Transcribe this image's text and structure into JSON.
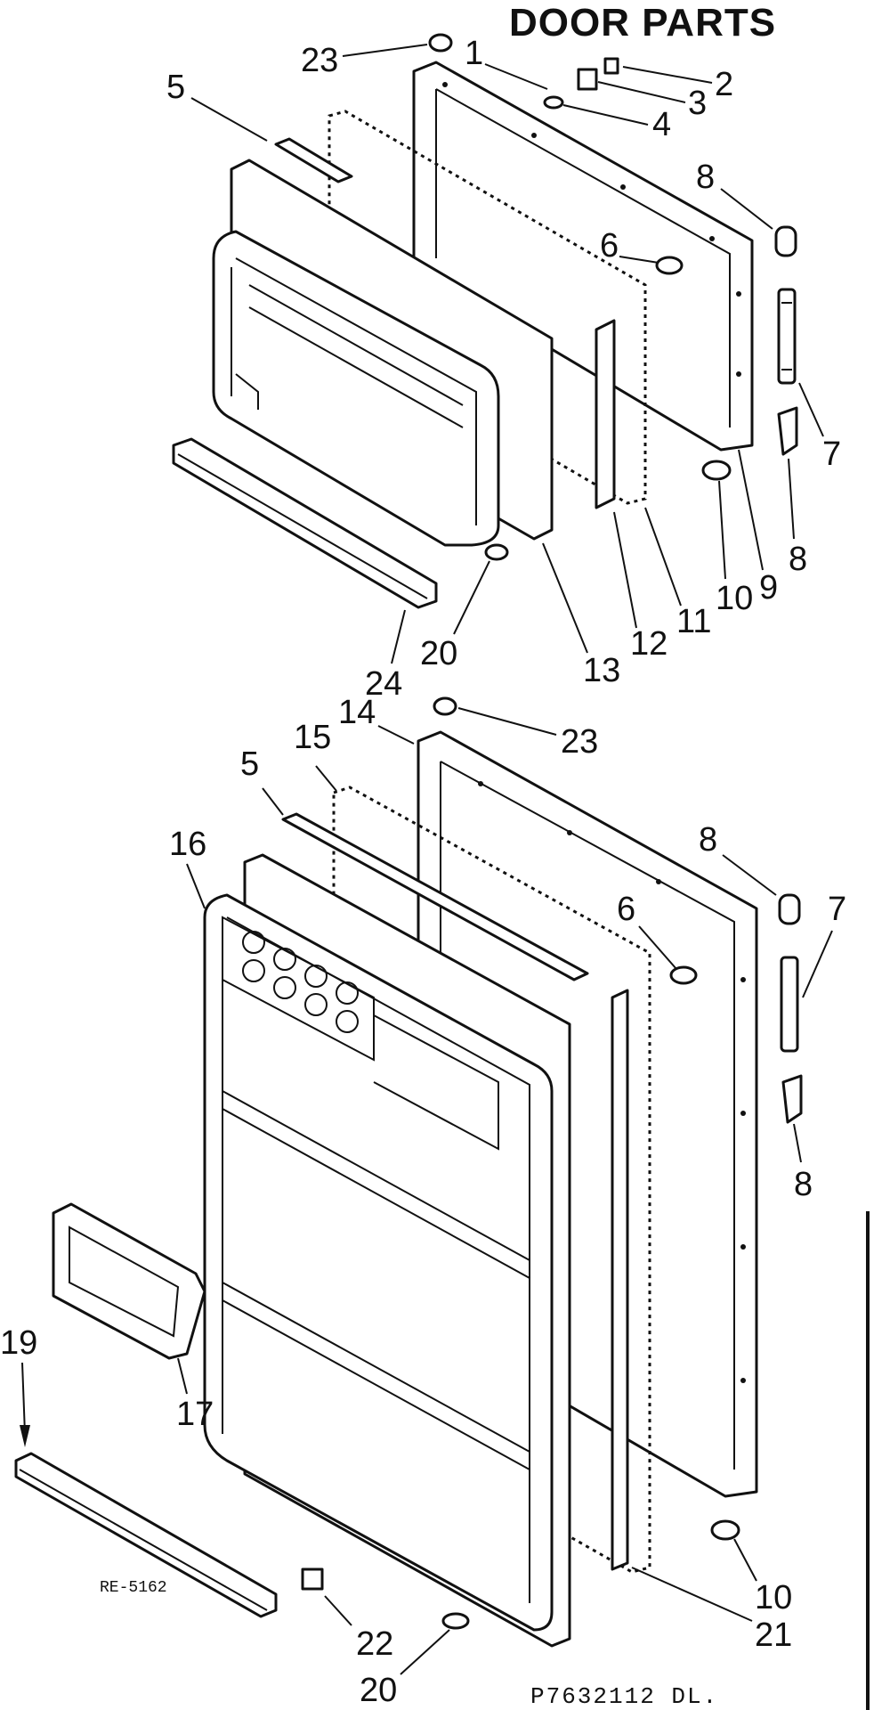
{
  "title": "DOOR PARTS",
  "footer": {
    "left_code": "RE-5162",
    "right_code": "P7632112 DL."
  },
  "callouts_upper": [
    "23",
    "1",
    "2",
    "3",
    "4",
    "5",
    "8",
    "6",
    "7",
    "8",
    "9",
    "10",
    "11",
    "12",
    "13",
    "20",
    "24"
  ],
  "callouts_lower": [
    "23",
    "14",
    "15",
    "5",
    "16",
    "8",
    "6",
    "7",
    "8",
    "17",
    "19",
    "22",
    "20",
    "10",
    "21"
  ]
}
